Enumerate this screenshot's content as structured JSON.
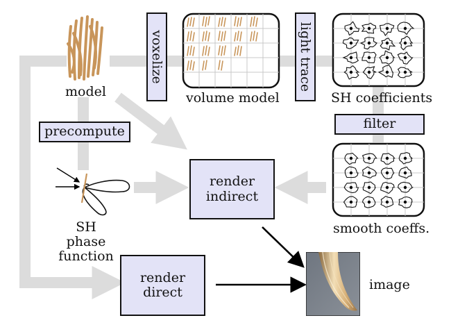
{
  "nodes": {
    "model": "model",
    "voxelize": "voxelize",
    "volume_model": "volume model",
    "light_trace": "light trace",
    "sh_coefficients": "SH coefficients",
    "precompute": "precompute",
    "filter": "filter",
    "sh_phase_function": "SH phase\nfunction",
    "render_indirect": "render\nindirect",
    "smooth_coeffs": "smooth coeffs.",
    "render_direct": "render\ndirect",
    "image": "image"
  },
  "colors": {
    "box_fill": "#e3e3f7",
    "flow_arrow": "#dcdcdc",
    "hair": "#c8955a",
    "black_arrow": "#000000"
  }
}
